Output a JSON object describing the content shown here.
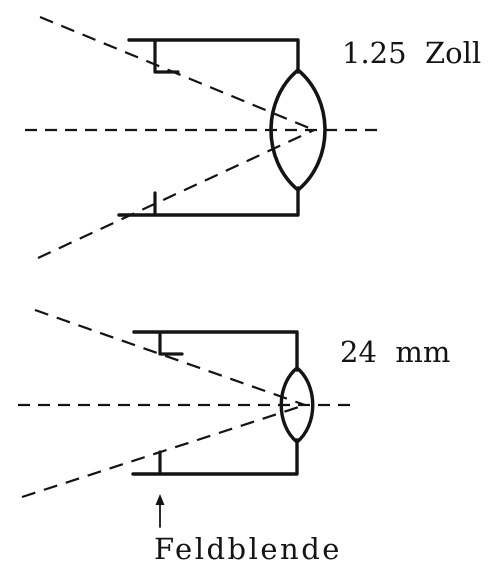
{
  "figure": {
    "top": {
      "label": "1.25  Zoll"
    },
    "bottom": {
      "label": "24  mm"
    },
    "caption": "Feldblende"
  },
  "colors": {
    "ink": "#141414",
    "background": "#ffffff"
  }
}
